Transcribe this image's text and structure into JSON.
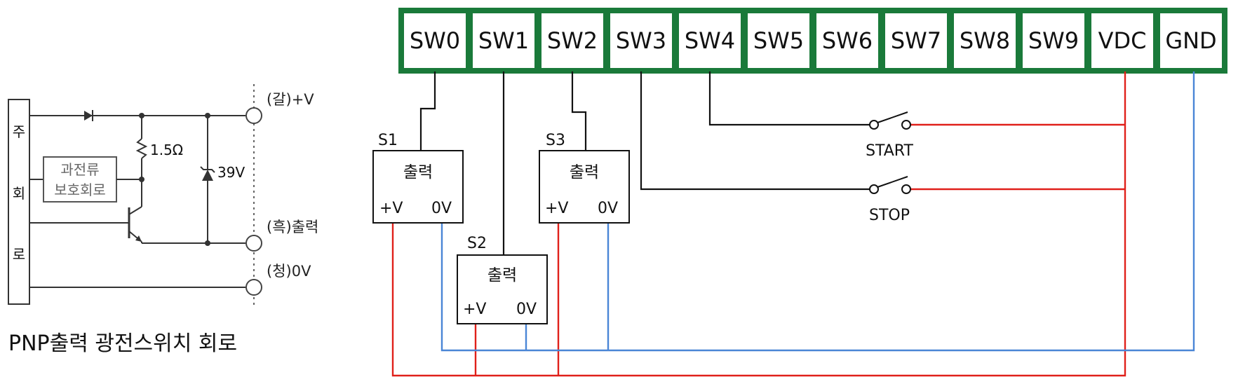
{
  "left_circuit": {
    "caption": "PNP출력 광전스위치 회로",
    "main_circuit_chars": [
      "주",
      "회",
      "로"
    ],
    "protection_line1": "과전류",
    "protection_line2": "보호회로",
    "resistor": "1.5Ω",
    "zener": "39V",
    "terminal_vplus": "(갈)+V",
    "terminal_output": "(흑)출력",
    "terminal_0v": "(청)0V"
  },
  "terminal_block": {
    "terminals": [
      "SW0",
      "SW1",
      "SW2",
      "SW3",
      "SW4",
      "SW5",
      "SW6",
      "SW7",
      "SW8",
      "SW9",
      "VDC",
      "GND"
    ],
    "border_color": "#1a7a3a"
  },
  "sensors": [
    {
      "name": "S1",
      "output": "출력",
      "vplus": "+V",
      "zero": "0V"
    },
    {
      "name": "S2",
      "output": "출력",
      "vplus": "+V",
      "zero": "0V"
    },
    {
      "name": "S3",
      "output": "출력",
      "vplus": "+V",
      "zero": "0V"
    }
  ],
  "switches": [
    {
      "label": "START"
    },
    {
      "label": "STOP"
    }
  ],
  "colors": {
    "vdc_wire": "#e0201a",
    "gnd_wire": "#4a86d6",
    "signal_wire": "#111111"
  }
}
